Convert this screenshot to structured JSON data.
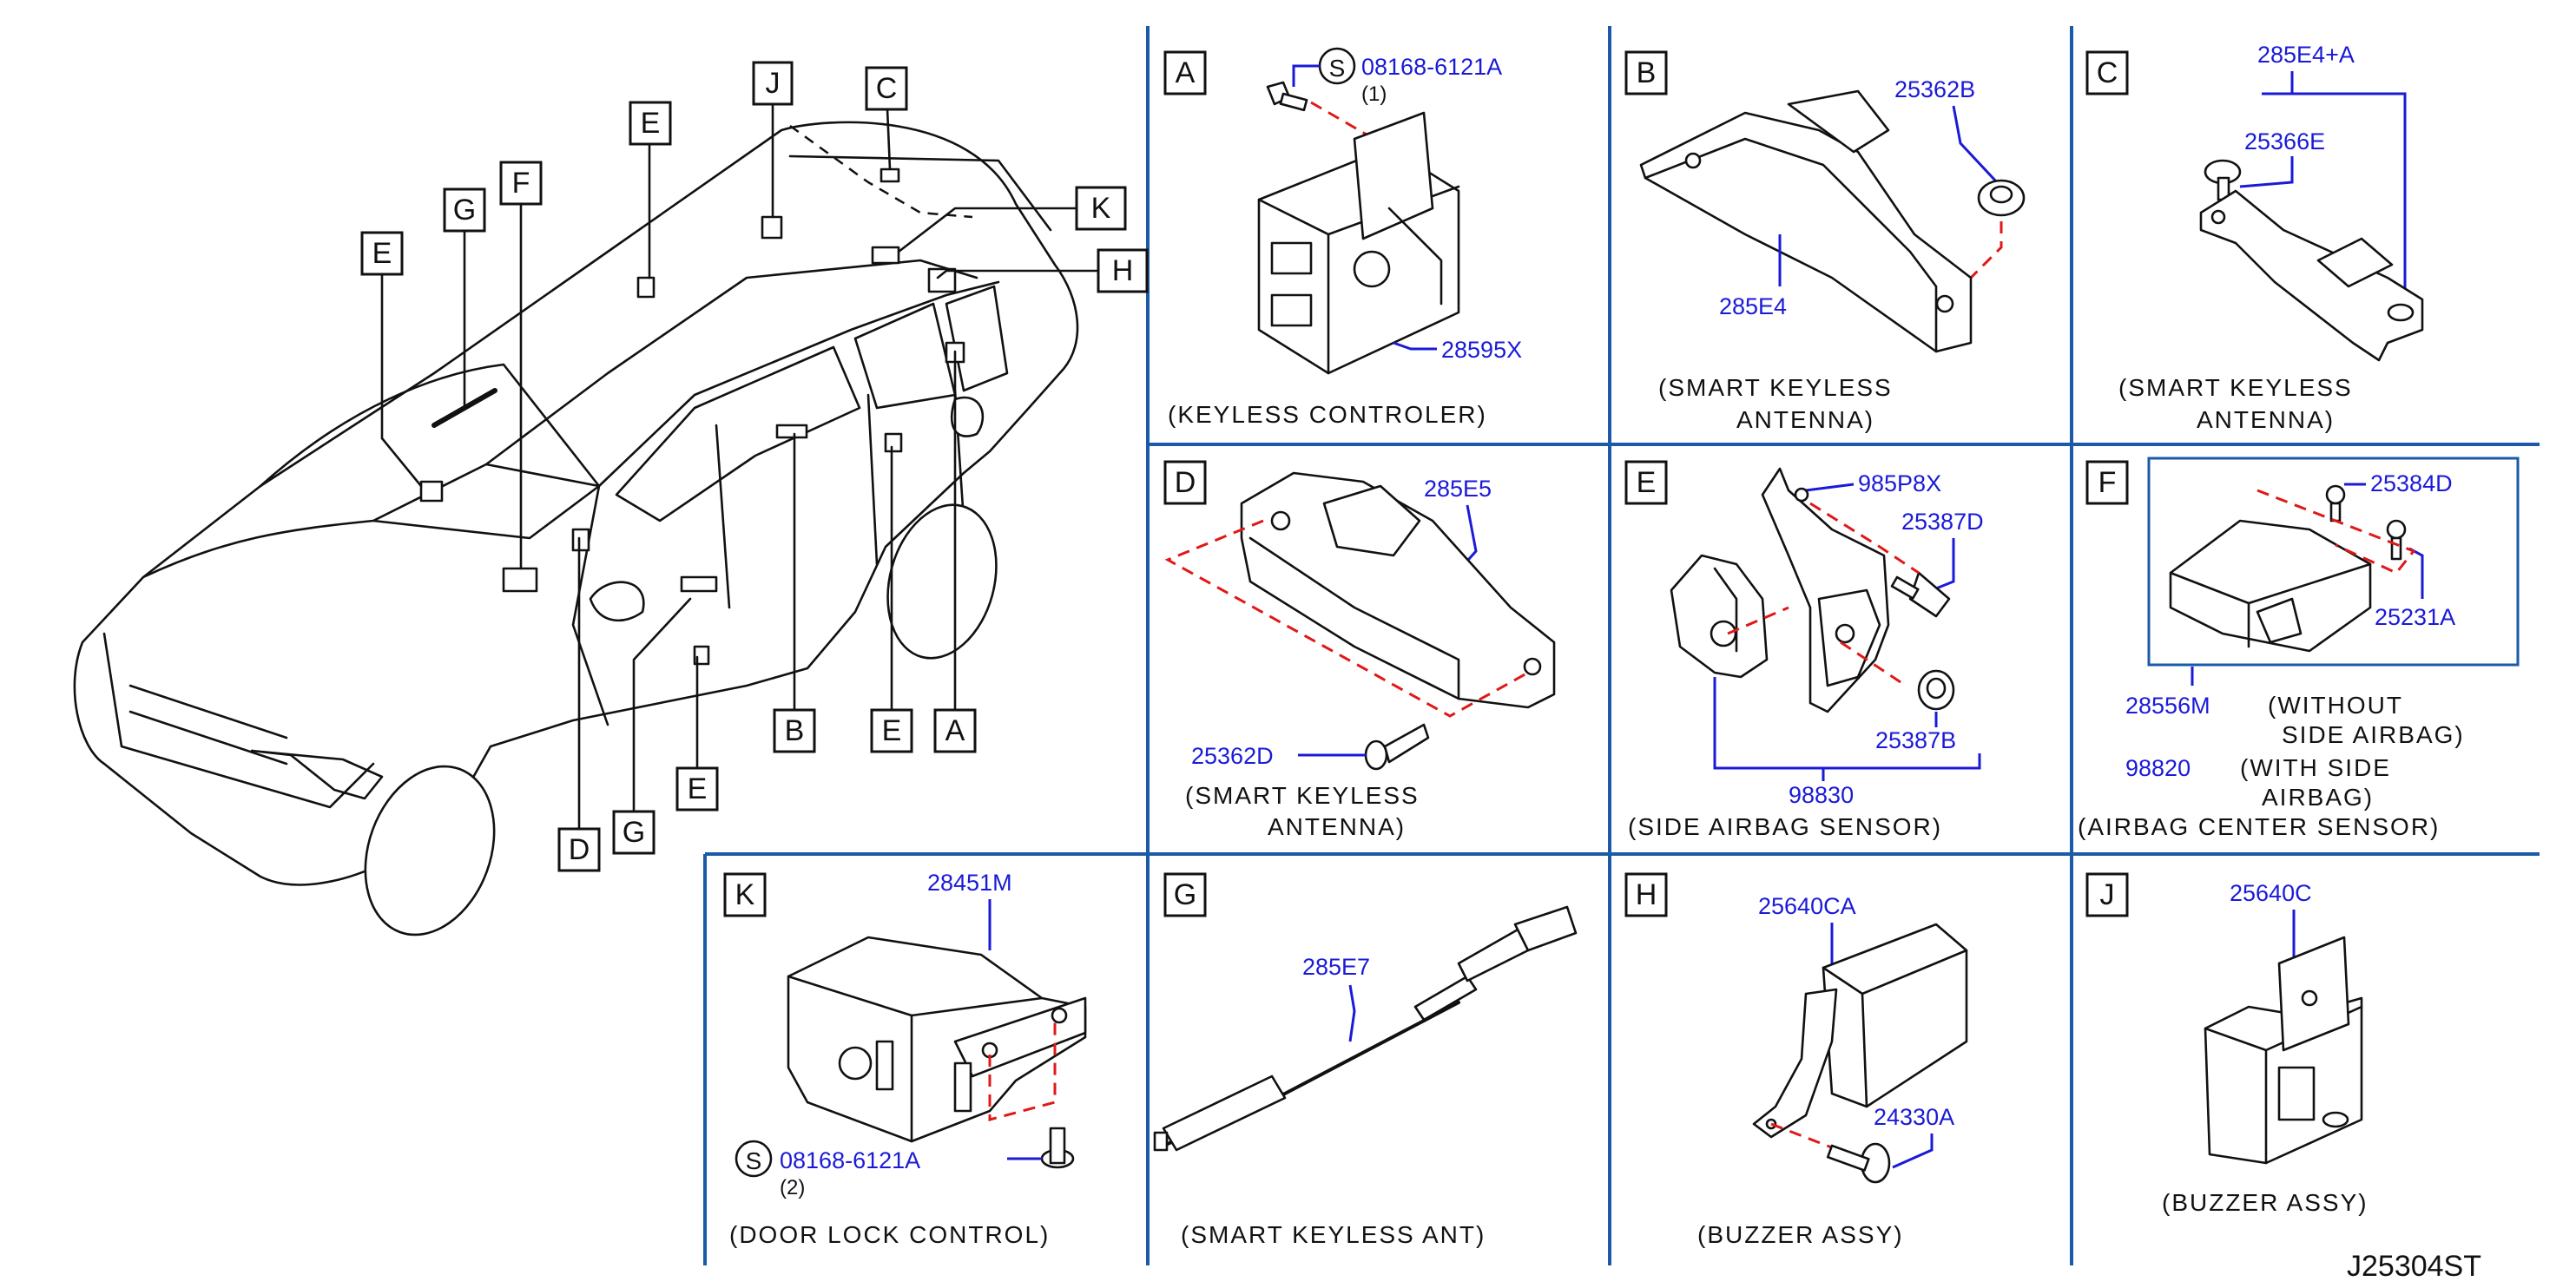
{
  "panels": {
    "A": {
      "key": "A",
      "screw_symbol": "S",
      "screw_part": "08168-6121A",
      "screw_qty": "(1)",
      "part": "28595X",
      "caption": "(KEYLESS CONTROLER)"
    },
    "B": {
      "key": "B",
      "part_nut": "25362B",
      "part_antenna": "285E4",
      "caption_line1": "(SMART KEYLESS",
      "caption_line2": "ANTENNA)"
    },
    "C": {
      "key": "C",
      "part_assy": "285E4+A",
      "part_clip": "25366E",
      "caption_line1": "(SMART KEYLESS",
      "caption_line2": "ANTENNA)"
    },
    "D": {
      "key": "D",
      "part_antenna": "285E5",
      "part_screw": "25362D",
      "caption_line1": "(SMART KEYLESS",
      "caption_line2": "ANTENNA)"
    },
    "E": {
      "key": "E",
      "part_bracket": "985P8X",
      "part_bolt": "25387D",
      "part_nut": "25387B",
      "part_sensor": "98830",
      "caption": "(SIDE AIRBAG SENSOR)"
    },
    "F": {
      "key": "F",
      "part_bolt1": "25384D",
      "part_bolt2": "25231A",
      "part_unit1": "28556M",
      "desc_unit1_line1": "(WITHOUT",
      "desc_unit1_line2": "SIDE AIRBAG)",
      "part_unit2": "98820",
      "desc_unit2_line1": "(WITH SIDE",
      "desc_unit2_line2": "AIRBAG)",
      "caption": "(AIRBAG CENTER SENSOR)"
    },
    "K": {
      "key": "K",
      "part_unit": "28451M",
      "screw_symbol": "S",
      "screw_part": "08168-6121A",
      "screw_qty": "(2)",
      "caption": "(DOOR LOCK CONTROL)"
    },
    "G": {
      "key": "G",
      "part": "285E7",
      "caption": "(SMART KEYLESS ANT)"
    },
    "H": {
      "key": "H",
      "part_buzzer": "25640CA",
      "part_bolt": "24330A",
      "caption": "(BUZZER ASSY)"
    },
    "J": {
      "key": "J",
      "part": "25640C",
      "caption": "(BUZZER ASSY)"
    }
  },
  "vehicle_callouts": {
    "J": "J",
    "C": "C",
    "E_roof": "E",
    "G_top": "G",
    "F_top": "F",
    "E_left": "E",
    "K": "K",
    "H": "H",
    "D": "D",
    "G_bottom": "G",
    "E_bottom": "E",
    "B": "B",
    "E_right": "E",
    "A": "A"
  },
  "diagram_id": "J25304ST"
}
